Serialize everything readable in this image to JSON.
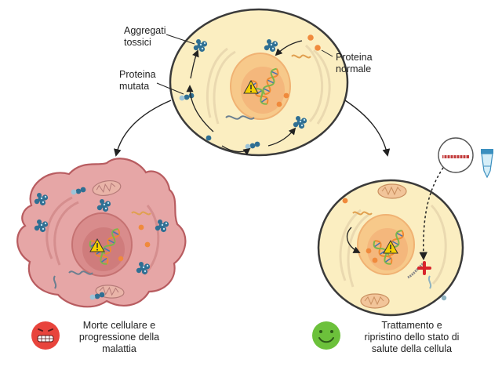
{
  "labels": {
    "toxic_aggregates": [
      "Aggregati",
      "tossici"
    ],
    "mutated_protein": [
      "Proteina",
      "mutata"
    ],
    "normal_protein": [
      "Proteina",
      "normale"
    ],
    "death_outcome": [
      "Morte cellulare e",
      "progressione della",
      "malattia"
    ],
    "healthy_outcome": [
      "Trattamento e",
      "ripristino dello stato di",
      "salute della cellula"
    ]
  },
  "icons": {
    "sad_face": "sad-face-icon",
    "happy_face": "happy-face-icon",
    "warning": "warning-triangle-icon",
    "block": "red-cross-block-icon",
    "vial": "drug-vial-icon"
  },
  "colors": {
    "cytoplasm": "#fbeec1",
    "nucleus": "#f7c98a",
    "diseased_cell": "#e6a6a6",
    "diseased_border": "#b85c60",
    "mutant_protein": "#2f6f93",
    "normal_protein": "#f08a3c",
    "sad_face": "#e8443c",
    "happy_face": "#6cc13b",
    "dna_orange": "#ef8a30",
    "dna_green": "#7bb64b",
    "dna_blue": "#4674b0"
  }
}
